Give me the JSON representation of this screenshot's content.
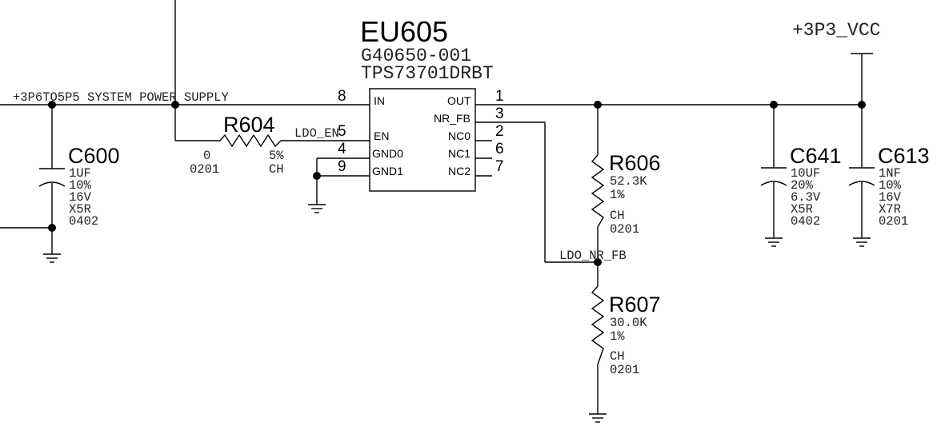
{
  "power_rail": {
    "net_label": "+3P3_VCC"
  },
  "input_net": {
    "label": "+3P6TO5P5 SYSTEM POWER SUPPLY"
  },
  "nets": {
    "ldo_en": "LDO_EN",
    "ldo_nr_fb": "LDO_NR_FB"
  },
  "ic": {
    "ref": "EU605",
    "part_number": "G40650-001",
    "device": "TPS73701DRBT",
    "pins_left": [
      {
        "num": "8",
        "name": "IN"
      },
      {
        "num": "5",
        "name": "EN"
      },
      {
        "num": "4",
        "name": "GND0"
      },
      {
        "num": "9",
        "name": "GND1"
      }
    ],
    "pins_right": [
      {
        "num": "1",
        "name": "OUT"
      },
      {
        "num": "3",
        "name": "NR_FB"
      },
      {
        "num": "2",
        "name": "NC0"
      },
      {
        "num": "6",
        "name": "NC1"
      },
      {
        "num": "7",
        "name": "NC2"
      }
    ]
  },
  "c600": {
    "ref": "C600",
    "value": "1UF",
    "tolerance": "10%",
    "voltage": "16V",
    "dielectric": "X5R",
    "package": "0402"
  },
  "r604": {
    "ref": "R604",
    "value": "0",
    "tolerance": "5%",
    "package": "0201",
    "type": "CH"
  },
  "r606": {
    "ref": "R606",
    "value": "52.3K",
    "tolerance": "1%",
    "type": "CH",
    "package": "0201"
  },
  "r607": {
    "ref": "R607",
    "value": "30.0K",
    "tolerance": "1%",
    "type": "CH",
    "package": "0201"
  },
  "c641": {
    "ref": "C641",
    "value": "10UF",
    "tolerance": "20%",
    "voltage": "6.3V",
    "dielectric": "X5R",
    "package": "0402"
  },
  "c613": {
    "ref": "C613",
    "value": "1NF",
    "tolerance": "10%",
    "voltage": "16V",
    "dielectric": "X7R",
    "package": "0201"
  }
}
